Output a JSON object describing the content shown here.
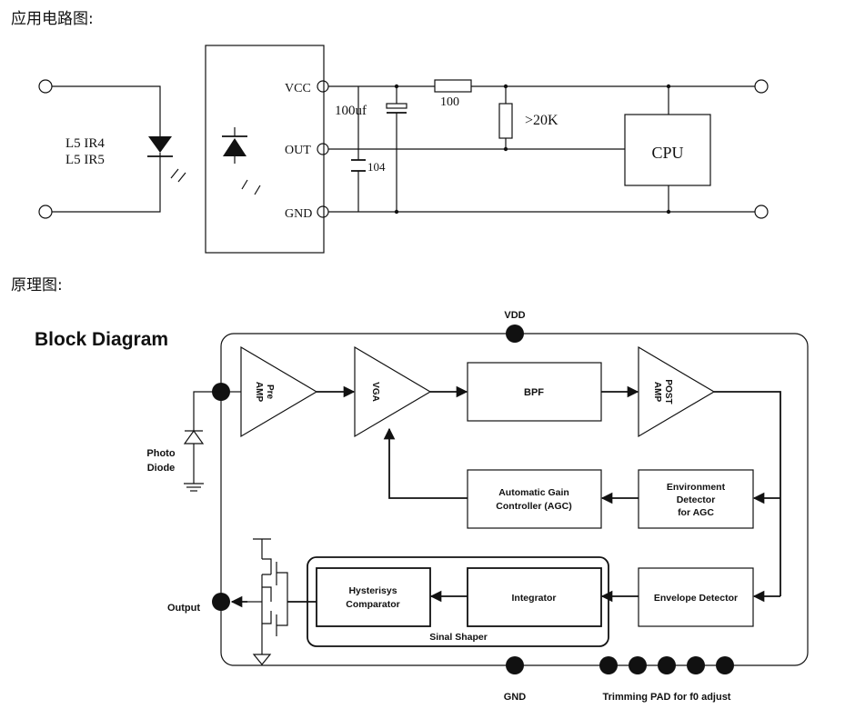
{
  "headings": {
    "application": "应用电路图:",
    "principle": "原理图:"
  },
  "app_circuit": {
    "led_line1": "L5  IR4",
    "led_line2": "L5  IR5",
    "pin_vcc": "VCC",
    "pin_out": "OUT",
    "pin_gnd": "GND",
    "cap_electrolytic": "100uf",
    "cap_ceramic": "104",
    "resistor_series": "100",
    "resistor_pullup": ">20K",
    "cpu": "CPU"
  },
  "block_diagram": {
    "title": "Block Diagram",
    "vdd": "VDD",
    "gnd": "GND",
    "trimming": "Trimming PAD  for f0 adjust",
    "photo_diode_1": "Photo",
    "photo_diode_2": "Diode",
    "output": "Output",
    "pre_amp_1": "Pre",
    "pre_amp_2": "AMP",
    "vga": "VGA",
    "bpf": "BPF",
    "post_amp_1": "POST",
    "post_amp_2": "AMP",
    "agc_1": "Automatic Gain",
    "agc_2": "Controller (AGC)",
    "env_agc_1": "Environment",
    "env_agc_2": "Detector",
    "env_agc_3": "for AGC",
    "hyst_1": "Hysterisys",
    "hyst_2": "Comparator",
    "integrator": "Integrator",
    "envelope": "Envelope Detector",
    "shaper": "Sinal Shaper"
  },
  "colors": {
    "line": "#111111",
    "background": "#ffffff"
  }
}
